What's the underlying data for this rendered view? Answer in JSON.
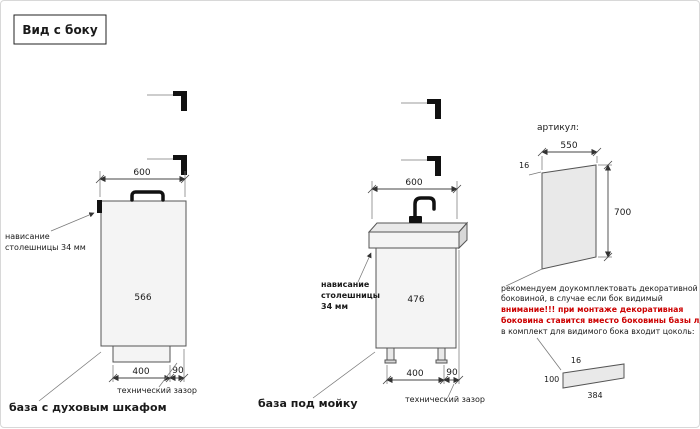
{
  "title": "Вид с боку",
  "colors": {
    "warning_red": "#cc0000"
  },
  "left_cabinet": {
    "caption": "база с духовым шкафом",
    "dim_width_top": "600",
    "dim_height_inner": "566",
    "dim_plinth": "400",
    "dim_gap": "90",
    "overhang_line1": "нависание",
    "overhang_line2": "столешницы 34 мм",
    "tech_gap_label": "технический зазор"
  },
  "sink_cabinet": {
    "caption": "база под мойку",
    "dim_width_top": "600",
    "dim_height_inner": "476",
    "dim_plinth": "400",
    "dim_gap": "90",
    "overhang_line1": "нависание",
    "overhang_line2": "столешницы",
    "overhang_line3": "34 мм",
    "tech_gap_label": "технический зазор"
  },
  "side_panel": {
    "article_label": "артикул:",
    "dim_width": "550",
    "dim_thickness": "16",
    "dim_height": "700",
    "notes": [
      "рекомендуем доукомплектовать декоративной",
      "боковиной, в случае если бок видимый",
      "внимание!!! при монтаже декоративная",
      "боковина ставится вместо боковины базы лдсп",
      "в комплект для видимого бока входит цоколь:"
    ],
    "plinth": {
      "dim_height": "100",
      "dim_thickness": "16",
      "dim_length": "384"
    }
  }
}
